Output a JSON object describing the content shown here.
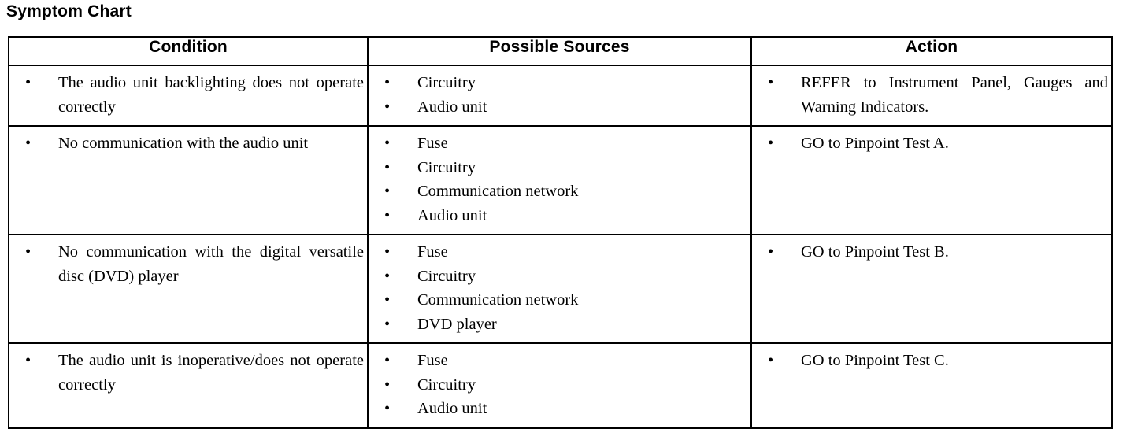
{
  "page": {
    "title": "Symptom Chart"
  },
  "table": {
    "bullet_glyph": "•",
    "columns": [
      {
        "key": "condition",
        "label": "Condition"
      },
      {
        "key": "sources",
        "label": "Possible Sources"
      },
      {
        "key": "action",
        "label": "Action"
      }
    ],
    "rows": [
      {
        "condition": [
          "The audio unit backlighting does not operate correctly"
        ],
        "sources": [
          "Circuitry",
          "Audio unit"
        ],
        "action": [
          "REFER to Instrument Panel, Gauges and Warning Indicators."
        ]
      },
      {
        "condition": [
          "No communication with the audio unit"
        ],
        "sources": [
          "Fuse",
          "Circuitry",
          "Communication network",
          "Audio unit"
        ],
        "action": [
          "GO to Pinpoint Test A."
        ]
      },
      {
        "condition": [
          "No communication with the digital versatile disc (DVD) player"
        ],
        "sources": [
          "Fuse",
          "Circuitry",
          "Communication network",
          "DVD player"
        ],
        "action": [
          "GO to Pinpoint Test B."
        ]
      },
      {
        "condition": [
          "The audio unit is inoperative/does not operate correctly"
        ],
        "sources": [
          "Fuse",
          "Circuitry",
          "Audio unit"
        ],
        "action": [
          "GO to Pinpoint Test C."
        ]
      }
    ]
  }
}
